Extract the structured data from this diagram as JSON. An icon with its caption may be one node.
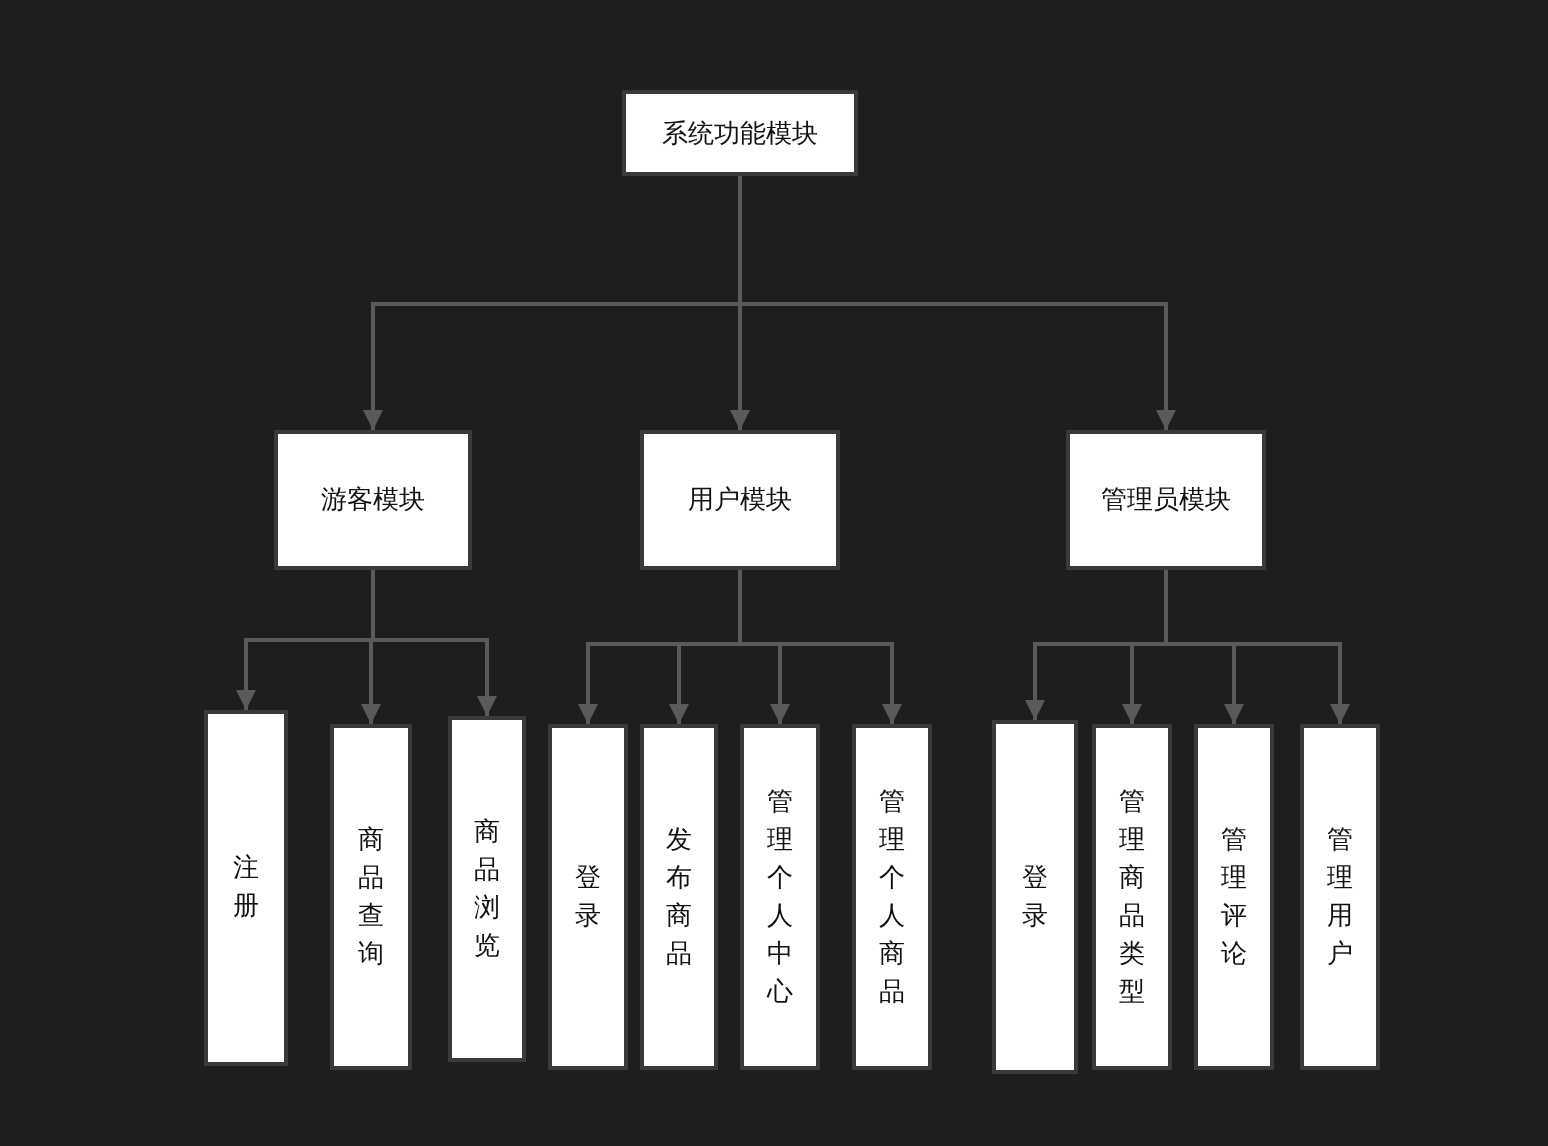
{
  "diagram": {
    "nodes": [
      {
        "text": [
          "系统功能模块"
        ]
      },
      {
        "text": [
          "游客模块"
        ]
      },
      {
        "text": [
          "用户模块"
        ]
      },
      {
        "text": [
          "管理员模块"
        ]
      },
      {
        "text": [
          "注册"
        ]
      },
      {
        "text": [
          "商品查询"
        ]
      },
      {
        "text": [
          "商品浏览"
        ]
      },
      {
        "text": [
          "登录"
        ]
      },
      {
        "text": [
          "发布商品"
        ]
      },
      {
        "text": [
          "管理个人中心"
        ]
      },
      {
        "text": [
          "管理个人商品"
        ]
      },
      {
        "text": [
          "登录"
        ]
      },
      {
        "text": [
          "管理商品类型"
        ]
      },
      {
        "text": [
          "管理评论"
        ]
      },
      {
        "text": [
          "管理用户"
        ]
      }
    ],
    "edges": [
      {
        "from": 0,
        "to": 1,
        "arrow": "to"
      },
      {
        "from": 0,
        "to": 2,
        "arrow": "to"
      },
      {
        "from": 0,
        "to": 3,
        "arrow": "to"
      },
      {
        "from": 1,
        "to": 4,
        "arrow": "to"
      },
      {
        "from": 1,
        "to": 5,
        "arrow": "to"
      },
      {
        "from": 1,
        "to": 6,
        "arrow": "to"
      },
      {
        "from": 2,
        "to": 7,
        "arrow": "to"
      },
      {
        "from": 2,
        "to": 8,
        "arrow": "to"
      },
      {
        "from": 2,
        "to": 9,
        "arrow": "to"
      },
      {
        "from": 2,
        "to": 10,
        "arrow": "to"
      },
      {
        "from": 3,
        "to": 11,
        "arrow": "to"
      },
      {
        "from": 3,
        "to": 12,
        "arrow": "to"
      },
      {
        "from": 3,
        "to": 13,
        "arrow": "to"
      },
      {
        "from": 3,
        "to": 14,
        "arrow": "to"
      }
    ]
  }
}
